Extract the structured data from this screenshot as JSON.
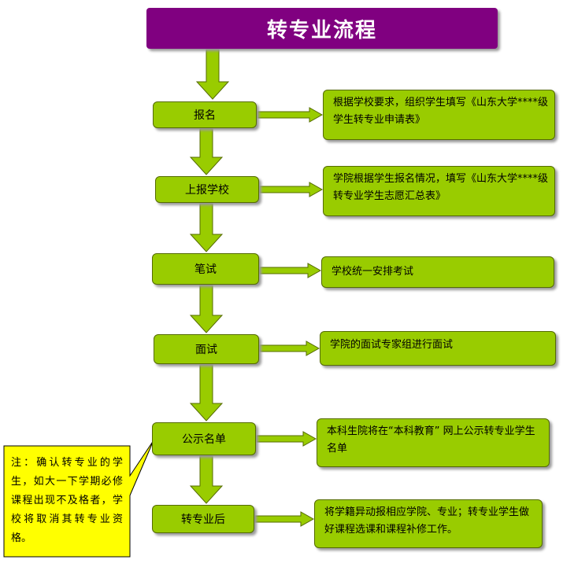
{
  "title": "转专业流程",
  "steps": [
    {
      "label": "报名",
      "description": "根据学校要求，组织学生填写《山东大学****级学生转专业申请表》"
    },
    {
      "label": "上报学校",
      "description": "学院根据学生报名情况，填写《山东大学****级转专业学生志愿汇总表》"
    },
    {
      "label": "笔试",
      "description": "学校统一安排考试"
    },
    {
      "label": "面试",
      "description": "学院的面试专家组进行面试"
    },
    {
      "label": "公示名单",
      "description": "本科生院将在“本科教育” 网上公示转专业学生名单"
    },
    {
      "label": "转专业后",
      "description": "将学籍异动报相应学院、专业；转专业学生做好课程选课和课程补修工作。"
    }
  ],
  "note": "注：确认转专业的学生，如大一下学期必修课程出现不及格者，学校将取消其转专业资格。",
  "colors": {
    "title_bg": "#800080",
    "box_fill": "#99cc00",
    "arrow_fill": "#99cc00",
    "note_fill": "#ffff00"
  }
}
